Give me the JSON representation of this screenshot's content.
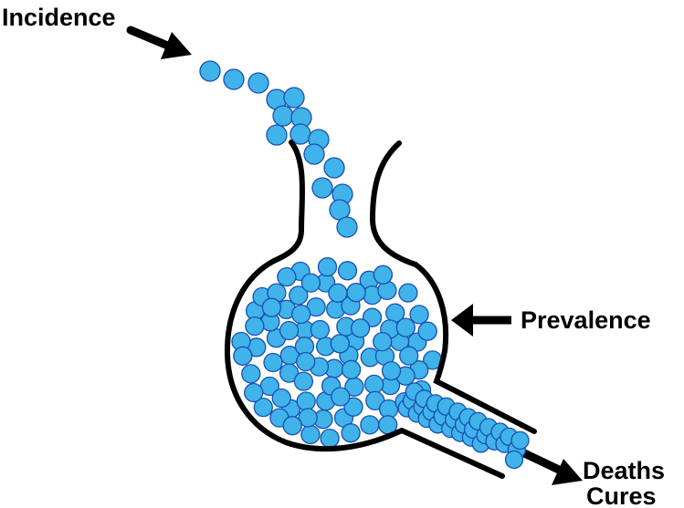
{
  "labels": {
    "incidence": "Incidence",
    "prevalence": "Prevalence",
    "deaths": "Deaths",
    "cures": "Cures"
  },
  "colors": {
    "ball_fill": "#3fb3ea",
    "ball_stroke": "#1a4fb0",
    "outline": "#000000",
    "background": "#ffffff"
  },
  "icons": {
    "inflow_arrow": "arrow-down-right",
    "prevalence_arrow": "arrow-left",
    "outflow_arrow": "arrow-down-right"
  }
}
